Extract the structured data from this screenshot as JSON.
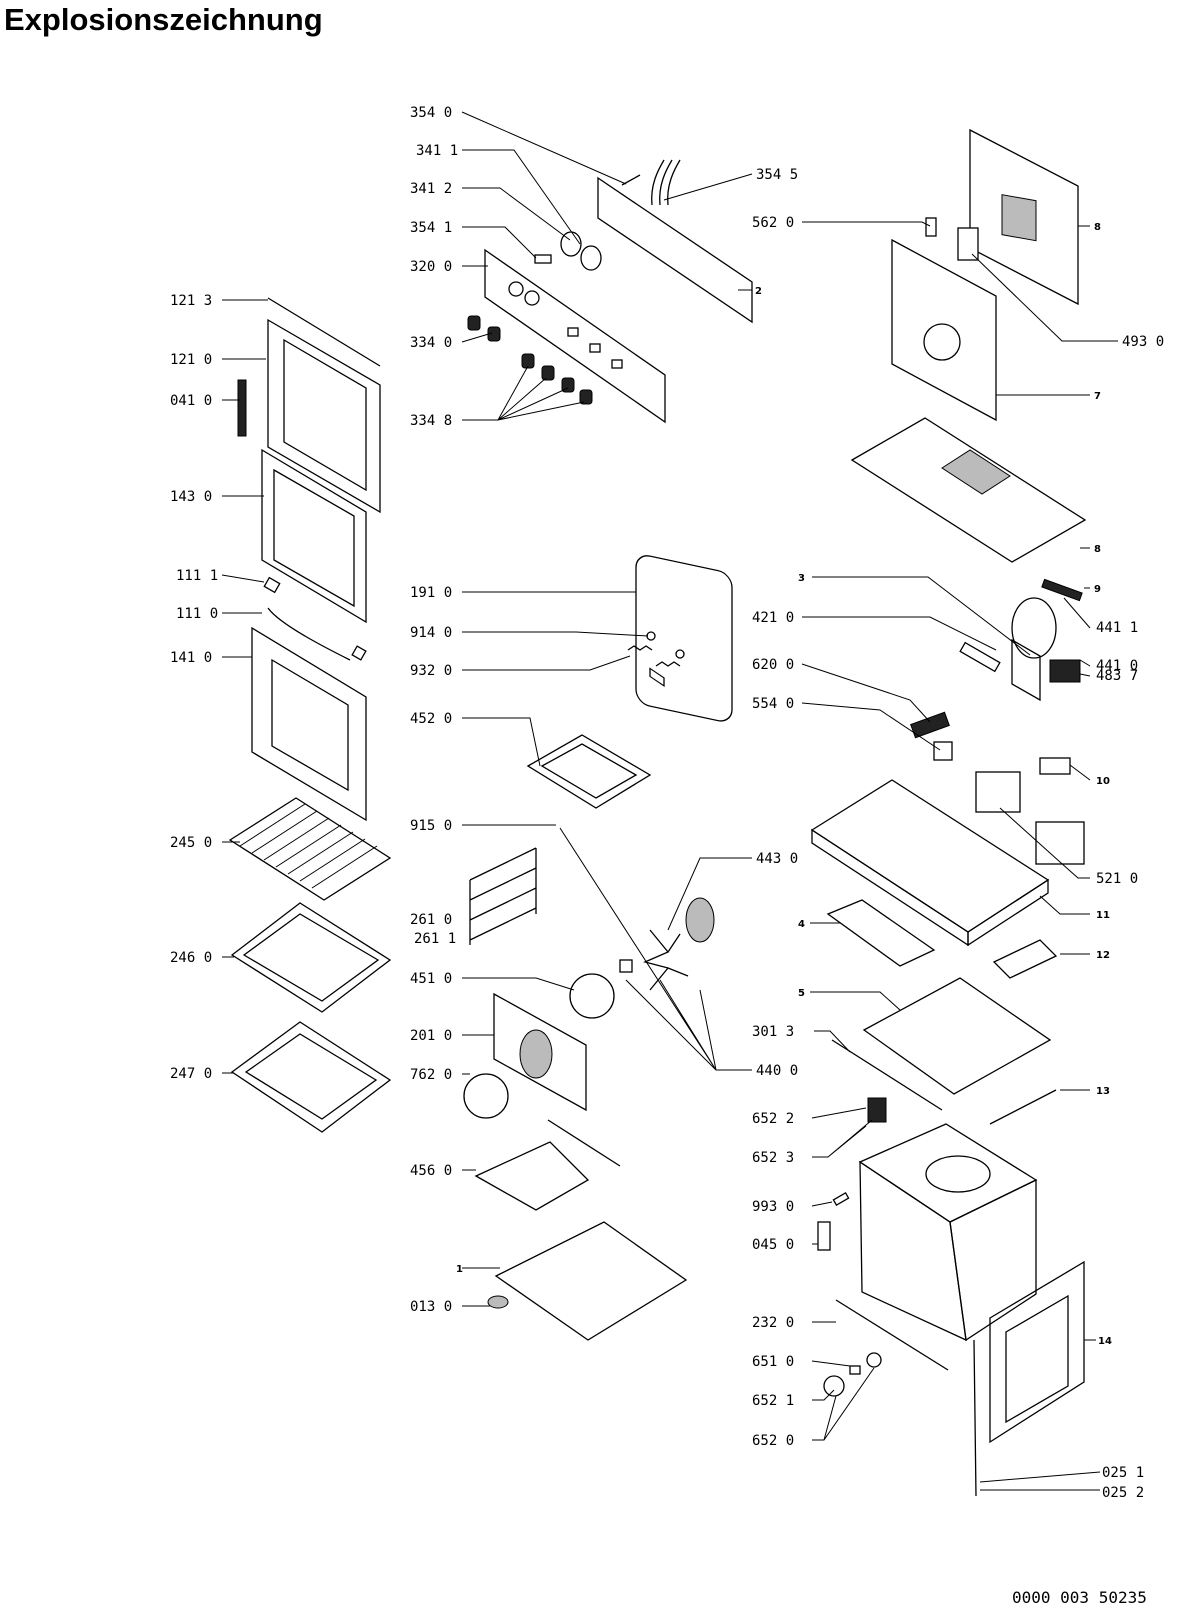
{
  "page": {
    "title": "Explosionszeichnung",
    "doc_number": "0000 003 50235"
  },
  "labels": {
    "l3540": "354 0",
    "l3411": "341 1",
    "l3412": "341 2",
    "l3541": "354 1",
    "l3200": "320 0",
    "l3340": "334 0",
    "l3348": "334 8",
    "l3545": "354 5",
    "l2": "2",
    "l5620": "562 0",
    "l8a": "8",
    "l4930": "493 0",
    "l7": "7",
    "l8b": "8",
    "l3": "3",
    "l9": "9",
    "l4411": "441 1",
    "l4210": "421 0",
    "l4410": "441 0",
    "l6200": "620 0",
    "l4837": "483 7",
    "l5540": "554 0",
    "l10": "10",
    "l5210": "521 0",
    "l4430": "443 0",
    "l11": "11",
    "l4": "4",
    "l12": "12",
    "l5": "5",
    "l3013": "301 3",
    "l4400": "440 0",
    "l13": "13",
    "l6522": "652 2",
    "l6523": "652 3",
    "l9930": "993 0",
    "l0450": "045 0",
    "l2320": "232 0",
    "l14": "14",
    "l6510": "651 0",
    "l6521": "652 1",
    "l6520": "652 0",
    "l0251": "025 1",
    "l0252": "025 2",
    "l1213": "121 3",
    "l1210": "121 0",
    "l0410": "041 0",
    "l1430": "143 0",
    "l1111": "111 1",
    "l1110": "111 0",
    "l1410": "141 0",
    "l2450": "245 0",
    "l2460": "246 0",
    "l2470": "247 0",
    "l1910": "191 0",
    "l9140": "914 0",
    "l9320": "932 0",
    "l4520": "452 0",
    "l9150": "915 0",
    "l2610": "261 0",
    "l2611": "261 1",
    "l4510": "451 0",
    "l2010": "201 0",
    "l7620": "762 0",
    "l4560": "456 0",
    "l1": "1",
    "l0130": "013 0"
  }
}
